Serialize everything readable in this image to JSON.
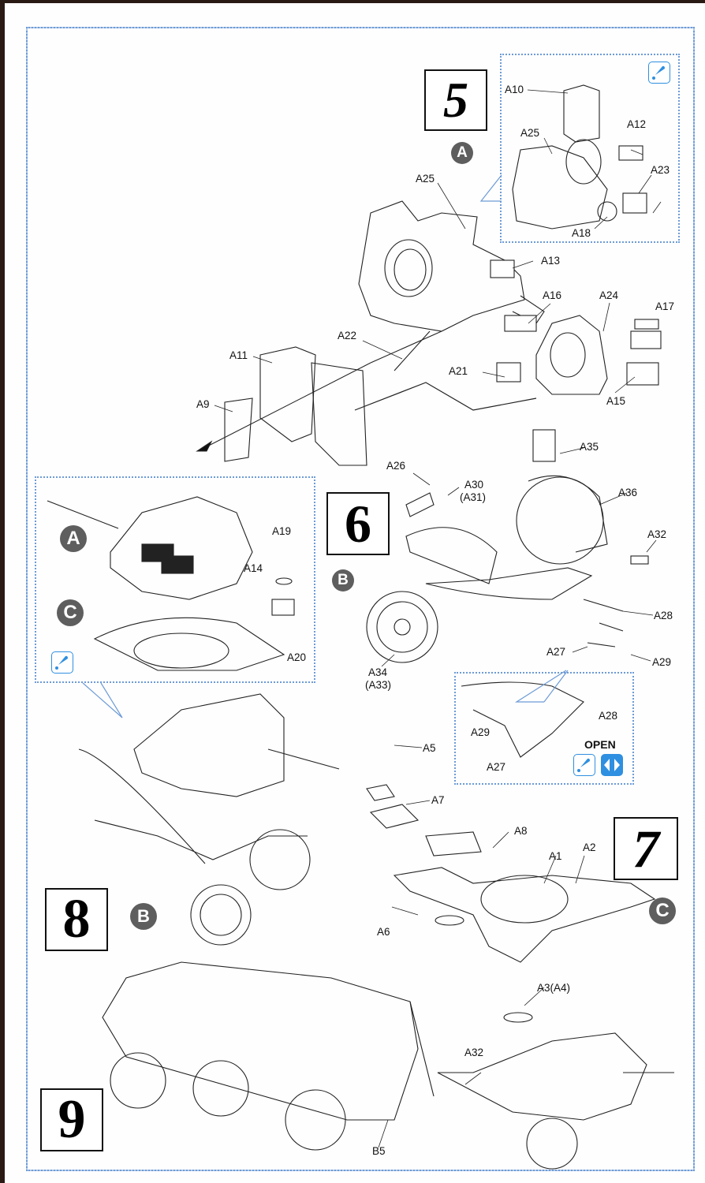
{
  "document": {
    "type": "model kit assembly instructions",
    "accent_color": "#2f8fe0",
    "frame_color": "#6d9bd6"
  },
  "steps": [
    {
      "number": "5",
      "subassembly_marker": "A",
      "inset": {
        "icon": "glue-icon",
        "labels": [
          "A10",
          "A25",
          "A12",
          "A23",
          "A18"
        ]
      },
      "labels": [
        "A25",
        "A13",
        "A16",
        "A24",
        "A17",
        "A22",
        "A11",
        "A21",
        "A9",
        "A15"
      ]
    },
    {
      "number": "6",
      "subassembly_marker": "B",
      "labels": [
        "A26",
        "A30",
        "(A31)",
        "A35",
        "A36",
        "A32",
        "A28",
        "A27",
        "A29",
        "A34",
        "(A33)"
      ],
      "inset": {
        "labels": [
          "A28",
          "A29",
          "A27"
        ],
        "note": "OPEN",
        "icons": [
          "glue-icon",
          "movable-icon"
        ]
      }
    },
    {
      "number": "7",
      "subassembly_marker": "C",
      "labels": [
        "A5",
        "A7",
        "A8",
        "A1",
        "A2",
        "A6",
        "A3(A4)"
      ]
    },
    {
      "number": "8",
      "subassembly_marker": "B",
      "inset": {
        "markers": [
          "A",
          "C"
        ],
        "labels": [
          "A19",
          "A14",
          "A20"
        ],
        "icon": "glue-icon"
      }
    },
    {
      "number": "9",
      "labels": [
        "B5",
        "A32"
      ]
    }
  ],
  "step5": {
    "num": "5",
    "marker": "A",
    "inset": {
      "a10": "A10",
      "a25": "A25",
      "a12": "A12",
      "a23": "A23",
      "a18": "A18"
    },
    "a25": "A25",
    "a13": "A13",
    "a16": "A16",
    "a24": "A24",
    "a17": "A17",
    "a22": "A22",
    "a11": "A11",
    "a21": "A21",
    "a9": "A9",
    "a15": "A15"
  },
  "step6": {
    "num": "6",
    "marker": "B",
    "a26": "A26",
    "a30": "A30",
    "a31": "(A31)",
    "a35": "A35",
    "a36": "A36",
    "a32": "A32",
    "a28": "A28",
    "a27": "A27",
    "a29": "A29",
    "a34": "A34",
    "a33": "(A33)",
    "inset": {
      "a28": "A28",
      "a29": "A29",
      "a27": "A27",
      "open": "OPEN"
    }
  },
  "step7": {
    "num": "7",
    "marker": "C",
    "a5": "A5",
    "a7": "A7",
    "a8": "A8",
    "a1": "A1",
    "a2": "A2",
    "a6": "A6",
    "a3": "A3(A4)"
  },
  "step8": {
    "num": "8",
    "marker": "B",
    "inset": {
      "marker_a": "A",
      "marker_c": "C",
      "a19": "A19",
      "a14": "A14",
      "a20": "A20"
    }
  },
  "step9": {
    "num": "9",
    "b5": "B5",
    "a32": "A32"
  }
}
